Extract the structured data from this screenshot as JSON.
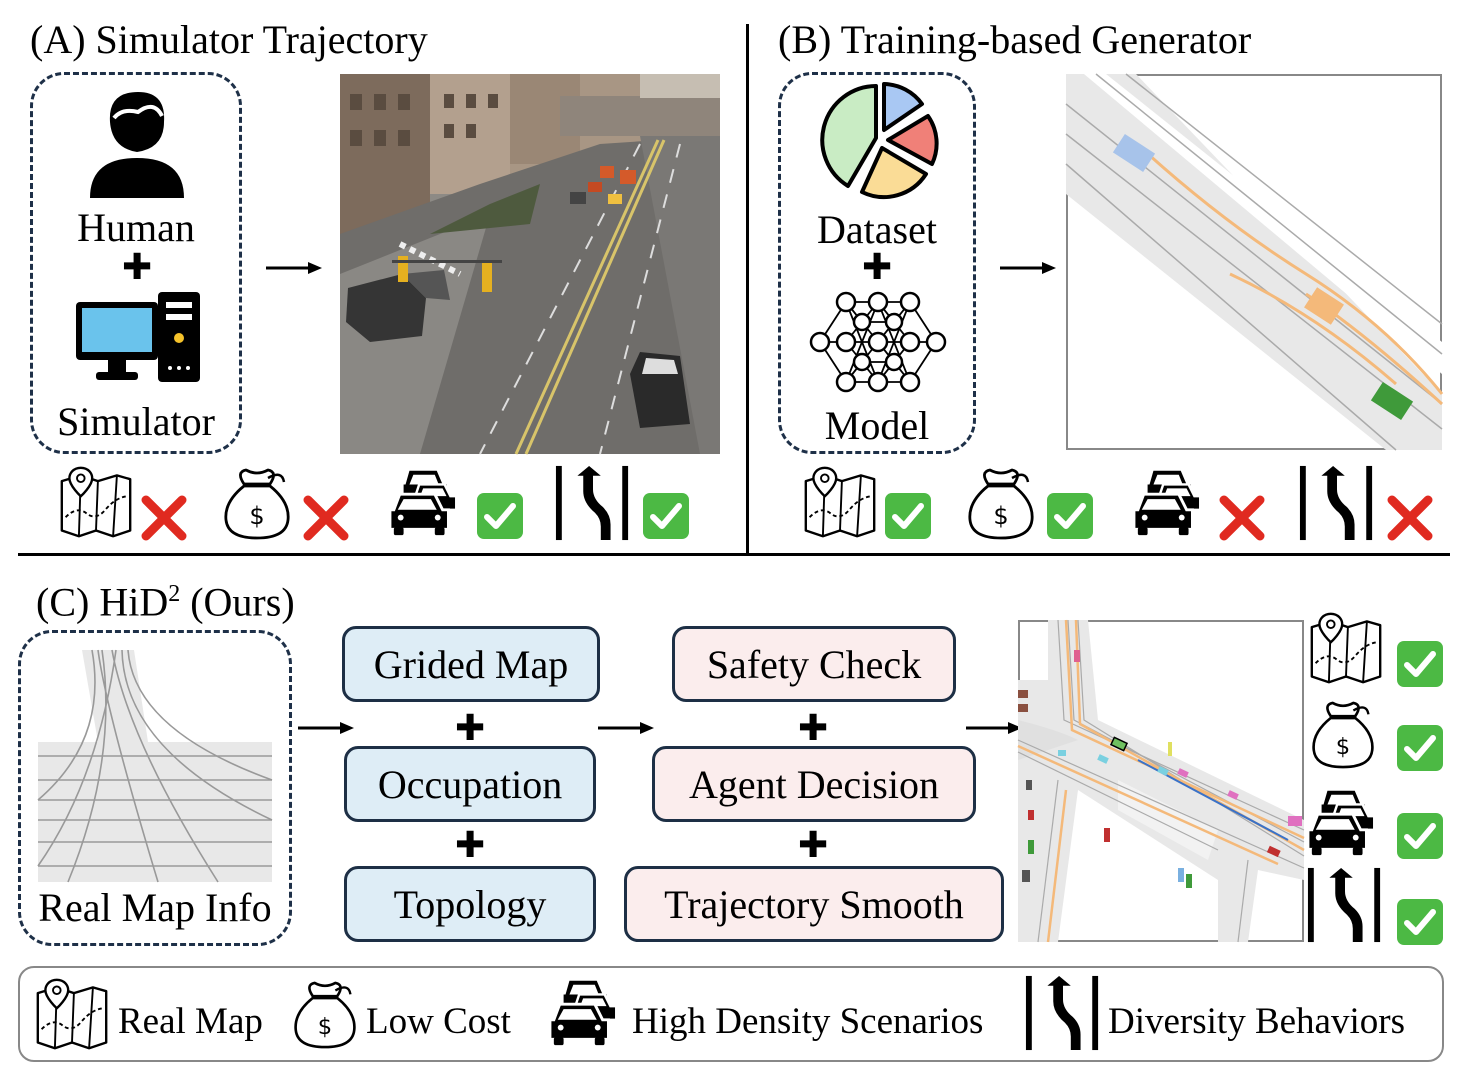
{
  "panel_a": {
    "title": "(A) Simulator Trajectory",
    "inputs": [
      "Human",
      "Simulator"
    ],
    "checks": {
      "real_map": "cross",
      "low_cost": "cross",
      "high_density": "check",
      "diversity": "check"
    }
  },
  "panel_b": {
    "title": "(B) Training-based Generator",
    "inputs": [
      "Dataset",
      "Model"
    ],
    "checks": {
      "real_map": "check",
      "low_cost": "check",
      "high_density": "cross",
      "diversity": "cross"
    }
  },
  "panel_c": {
    "title_main": "(C) HiD",
    "title_sup": "2",
    "title_end": " (Ours)",
    "input_label": "Real Map Info",
    "stage1": [
      "Grided Map",
      "Occupation",
      "Topology"
    ],
    "stage2": [
      "Safety Check",
      "Agent Decision",
      "Trajectory Smooth"
    ],
    "checks": {
      "real_map": "check",
      "low_cost": "check",
      "high_density": "check",
      "diversity": "check"
    }
  },
  "legend": {
    "real_map": "Real Map",
    "low_cost": "Low Cost",
    "high_density": "High Density Scenarios",
    "diversity": "Diversity Behaviors"
  },
  "icons": [
    "map-icon",
    "money-bag-icon",
    "cars-icon",
    "lane-change-icon",
    "check-icon",
    "cross-icon",
    "person-icon",
    "computer-icon",
    "pie-chart-icon",
    "neural-net-icon"
  ],
  "colors": {
    "box_blue": "#deedf6",
    "box_pink": "#fbeded",
    "check_green": "#4cb944",
    "cross_red": "#e02a20",
    "dash_navy": "#1e3048"
  }
}
